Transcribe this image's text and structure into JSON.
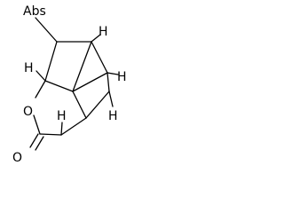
{
  "molecule": {
    "substituent_label": "Abs",
    "atoms": {
      "h_top_right": "H",
      "h_upper_left": "H",
      "h_right": "H",
      "h_center": "H",
      "h_lower_left": "H",
      "ring_oxygen": "O",
      "carbonyl_oxygen": "O"
    }
  }
}
